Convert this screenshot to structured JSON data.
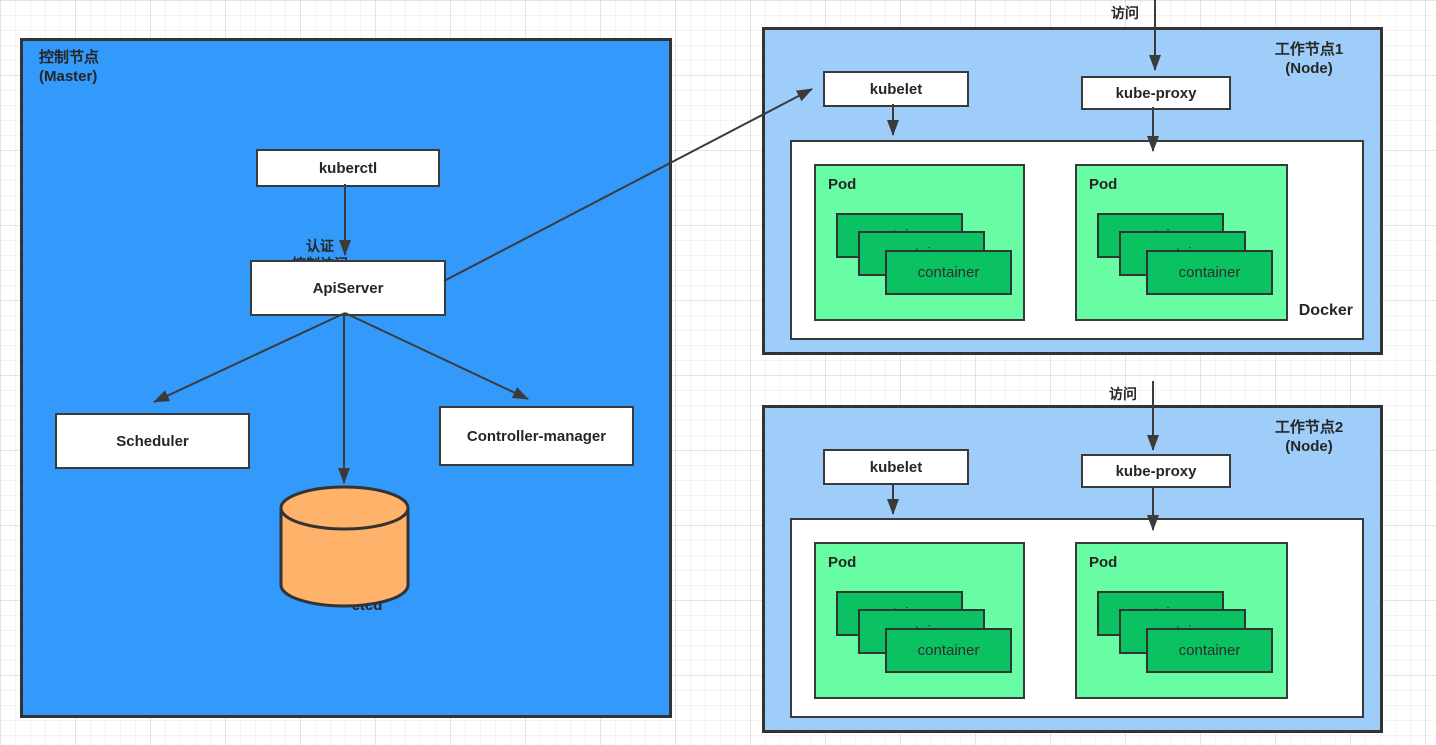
{
  "colors": {
    "master_fill": "#3399fa",
    "node_fill": "#9ecdf9",
    "pod_fill": "#68fda4",
    "container_fill": "#0bc263",
    "etcd_fill": "#ffb36a",
    "line_color": "#3b3b3b",
    "box_fill": "#ffffff"
  },
  "master": {
    "title_line1": "控制节点",
    "title_line2": "(Master)",
    "kuberctl_label": "kuberctl",
    "auth_line1": "认证",
    "auth_line2": "控制访问",
    "apiserver_label": "ApiServer",
    "scheduler_label": "Scheduler",
    "controller_manager_label": "Controller-manager",
    "etcd_label": "etcd"
  },
  "nodes": [
    {
      "title_line1": "工作节点1",
      "title_line2": "(Node)",
      "visit_label": "访问",
      "kubelet_label": "kubelet",
      "kube_proxy_label": "kube-proxy",
      "docker_label": "Docker",
      "pods": [
        {
          "label": "Pod",
          "container_label": "container"
        },
        {
          "label": "Pod",
          "container_label": "container"
        }
      ]
    },
    {
      "title_line1": "工作节点2",
      "title_line2": "(Node)",
      "visit_label": "访问",
      "kubelet_label": "kubelet",
      "kube_proxy_label": "kube-proxy",
      "pods": [
        {
          "label": "Pod",
          "container_label": "container"
        },
        {
          "label": "Pod",
          "container_label": "container"
        }
      ]
    }
  ]
}
